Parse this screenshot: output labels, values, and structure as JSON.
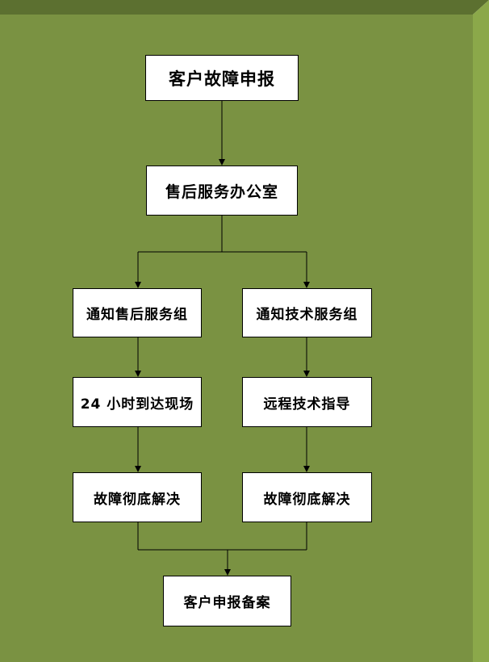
{
  "colors": {
    "panel_face": "#7a9242",
    "panel_top": "#5c7030",
    "panel_side": "#8ba84a",
    "box_fill": "#ffffff",
    "stroke": "#000000"
  },
  "flow": {
    "report": "客户故障申报",
    "office": "售后服务办公室",
    "notify_after_sales": "通知售后服务组",
    "notify_tech": "通知技术服务组",
    "onsite_24h": "24 小时到达现场",
    "remote_guidance": "远程技术指导",
    "resolved_left": "故障彻底解决",
    "resolved_right": "故障彻底解决",
    "record": "客户申报备案"
  }
}
